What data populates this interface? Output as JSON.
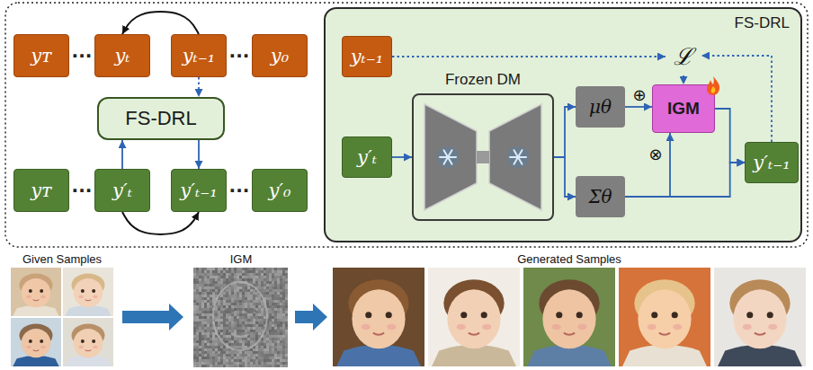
{
  "diagram": {
    "nodes": [
      {
        "text": [
          "yᴛ"
        ]
      },
      {
        "text": [
          "yₜ"
        ]
      },
      {
        "text": [
          "yₜ₋₁"
        ]
      },
      {
        "text": [
          "y₀"
        ]
      },
      {
        "text": [
          "FS-DRL"
        ]
      },
      {
        "text": [
          "yᴛ"
        ]
      },
      {
        "text": [
          "y′ₜ"
        ]
      },
      {
        "text": [
          "y′ₜ₋₁"
        ]
      },
      {
        "text": [
          "y′₀"
        ]
      },
      {
        "text": [
          "FS-DRL"
        ]
      },
      {
        "text": [
          "yₜ₋₁"
        ],
        "in": 9
      },
      {
        "text": [
          "ℒ"
        ],
        "in": 9
      },
      {
        "text": [
          "y′ₜ"
        ],
        "in": 9
      },
      {
        "text": [
          "Frozen DM"
        ],
        "in": 9
      },
      {
        "text": [
          "μθ"
        ],
        "in": 9
      },
      {
        "text": [
          "IGM"
        ],
        "in": 9
      },
      {
        "text": [
          "Σθ"
        ],
        "in": 9
      },
      {
        "text": [
          "y′ₜ₋₁"
        ],
        "in": 9
      }
    ],
    "edges": [
      {
        "from": 2,
        "to": 1,
        "arrow": "to"
      },
      {
        "from": 2,
        "to": 4,
        "arrow": "to"
      },
      {
        "from": 6,
        "to": 4,
        "arrow": "to"
      },
      {
        "from": 4,
        "to": 7,
        "arrow": "to"
      },
      {
        "from": 6,
        "to": 7,
        "arrow": "to"
      },
      {
        "from": 10,
        "to": 11,
        "arrow": "to"
      },
      {
        "from": 11,
        "to": 15,
        "arrow": "to"
      },
      {
        "from": 17,
        "to": 11,
        "arrow": "to"
      },
      {
        "from": 12,
        "to": 13,
        "arrow": "to"
      },
      {
        "from": 13,
        "to": 14,
        "arrow": "to"
      },
      {
        "from": 13,
        "to": 16,
        "arrow": "to"
      },
      {
        "from": 14,
        "to": 15,
        "arrow": "to"
      },
      {
        "from": 16,
        "to": 15,
        "arrow": "to"
      },
      {
        "from": 15,
        "to": 17,
        "arrow": "to"
      },
      {
        "from": 16,
        "to": 17,
        "arrow": "to"
      }
    ],
    "labels": [
      "···",
      "···",
      "···",
      "···",
      "⊕",
      "⊗",
      "Given Samples",
      "IGM",
      "Generated Samples"
    ]
  }
}
